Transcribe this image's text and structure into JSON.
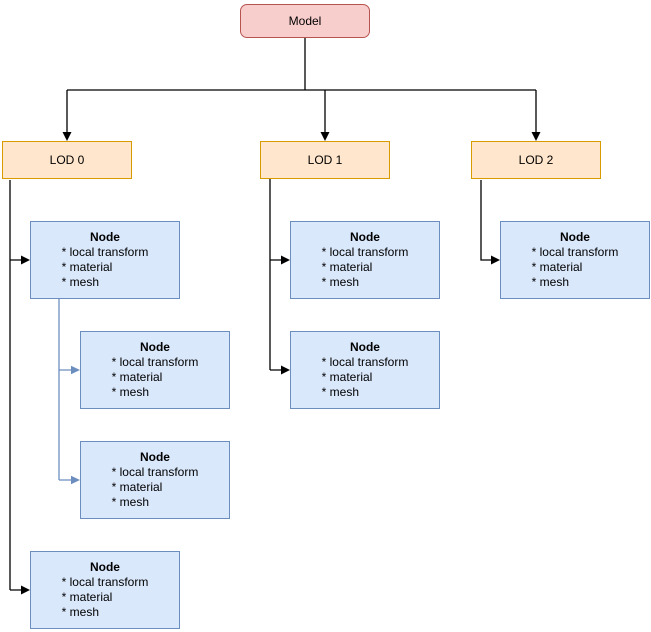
{
  "model": {
    "label": "Model"
  },
  "lods": [
    {
      "label": "LOD 0"
    },
    {
      "label": "LOD 1"
    },
    {
      "label": "LOD 2"
    }
  ],
  "nodes": [
    {
      "title": "Node",
      "attributes": [
        "* local transform",
        "* material",
        "* mesh"
      ]
    },
    {
      "title": "Node",
      "attributes": [
        "* local transform",
        "* material",
        "* mesh"
      ]
    },
    {
      "title": "Node",
      "attributes": [
        "* local transform",
        "* material",
        "* mesh"
      ]
    },
    {
      "title": "Node",
      "attributes": [
        "* local transform",
        "* material",
        "* mesh"
      ]
    },
    {
      "title": "Node",
      "attributes": [
        "* local transform",
        "* material",
        "* mesh"
      ]
    },
    {
      "title": "Node",
      "attributes": [
        "* local transform",
        "* material",
        "* mesh"
      ]
    },
    {
      "title": "Node",
      "attributes": [
        "* local transform",
        "* material",
        "* mesh"
      ]
    }
  ],
  "colors": {
    "model_fill": "#f8cecc",
    "model_stroke": "#b85450",
    "lod_fill": "#ffe6cc",
    "lod_stroke": "#d79b00",
    "node_fill": "#dae8fc",
    "node_stroke": "#6c8ebf",
    "edge_primary": "#000000",
    "edge_secondary": "#6c8ebf",
    "background": "#ffffff",
    "text": "#000000"
  }
}
